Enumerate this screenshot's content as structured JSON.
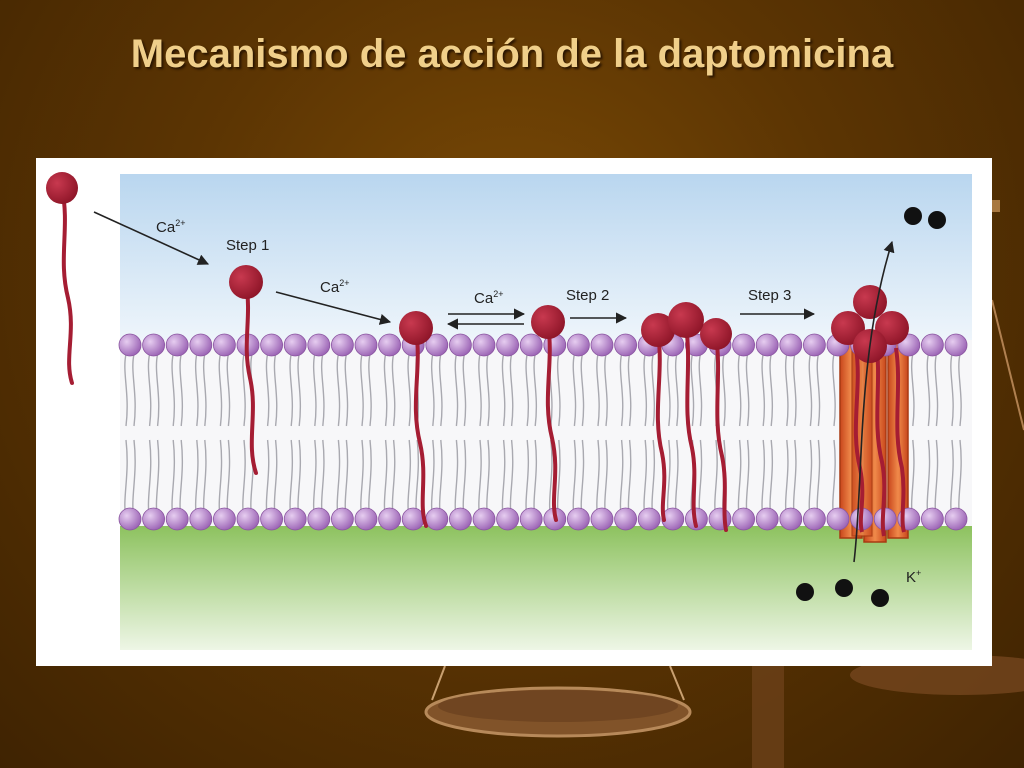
{
  "slide": {
    "title": "Mecanismo de acción de la daptomicina"
  },
  "diagram": {
    "labels": {
      "ca_label": "Ca",
      "ca_charge": "2+",
      "step1": "Step 1",
      "step2": "Step 2",
      "step3": "Step 3",
      "k_label": "K",
      "k_charge": "+"
    },
    "colors": {
      "daptomycin": "#a51d33",
      "lipid_head": "#b07ac6",
      "pore": "#e8632a",
      "potassium": "#111111",
      "extracellular_top": "#c7dff2",
      "cytoplasm": "#93c768"
    }
  }
}
